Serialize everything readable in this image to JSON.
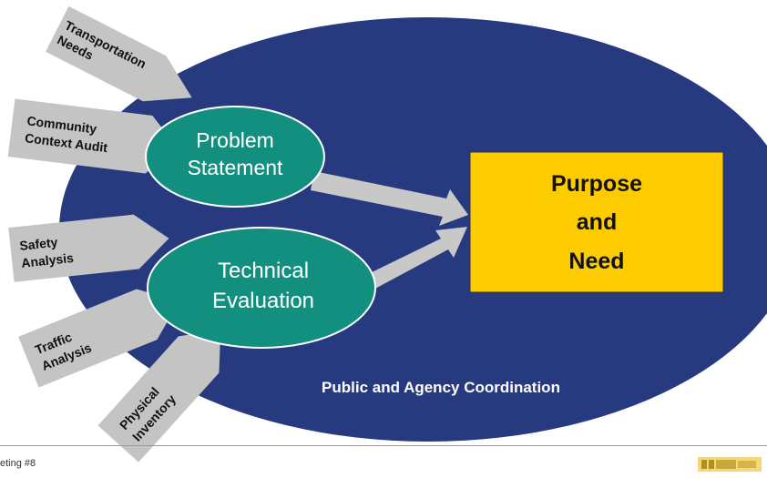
{
  "diagram": {
    "inputs": [
      {
        "lines": [
          "Transportation",
          "Needs"
        ]
      },
      {
        "lines": [
          "Community",
          "Context Audit"
        ]
      },
      {
        "lines": [
          "Safety",
          "Analysis"
        ]
      },
      {
        "lines": [
          "Traffic",
          "Analysis"
        ]
      },
      {
        "lines": [
          "Physical",
          "Inventory"
        ]
      }
    ],
    "problem_statement": {
      "line1": "Problem",
      "line2": "Statement"
    },
    "technical_evaluation": {
      "line1": "Technical",
      "line2": "Evaluation"
    },
    "purpose_need": {
      "line1": "Purpose",
      "line2": "and",
      "line3": "Need"
    },
    "coordination_label": "Public and Agency Coordination"
  },
  "footer": {
    "text": "eting #8"
  },
  "colors": {
    "big_ellipse": "#273a80",
    "teal_ellipse": "#138f7f",
    "purpose_box": "#fccb00",
    "arrow_grey": "#c4c4c4"
  }
}
